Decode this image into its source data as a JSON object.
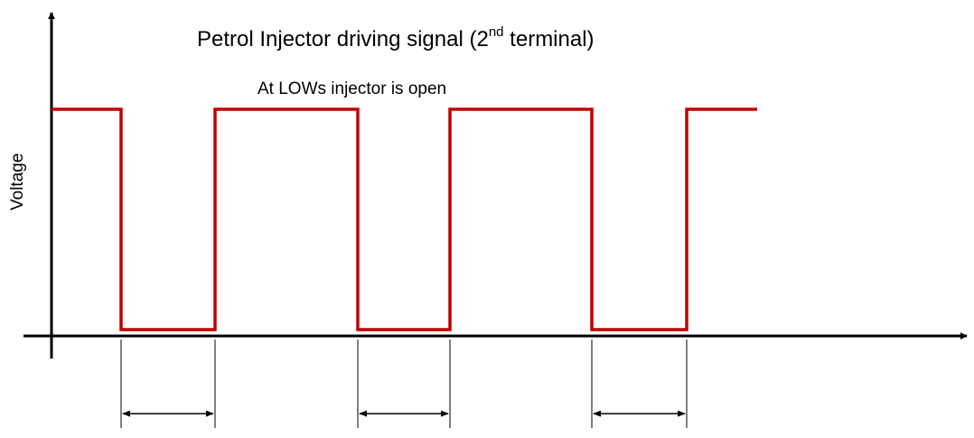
{
  "title": {
    "main": "Petrol Injector driving signal (2",
    "superscript": "nd",
    "suffix": " terminal)"
  },
  "annotation": "At LOWs injector is open",
  "axis": {
    "y_label": "Voltage"
  },
  "signal": {
    "color": "#c00000",
    "levels": [
      "HIGH",
      "LOW"
    ],
    "pulse_count": 3
  },
  "colors": {
    "axis": "#000000",
    "signal": "#c00000",
    "background": "#ffffff"
  }
}
